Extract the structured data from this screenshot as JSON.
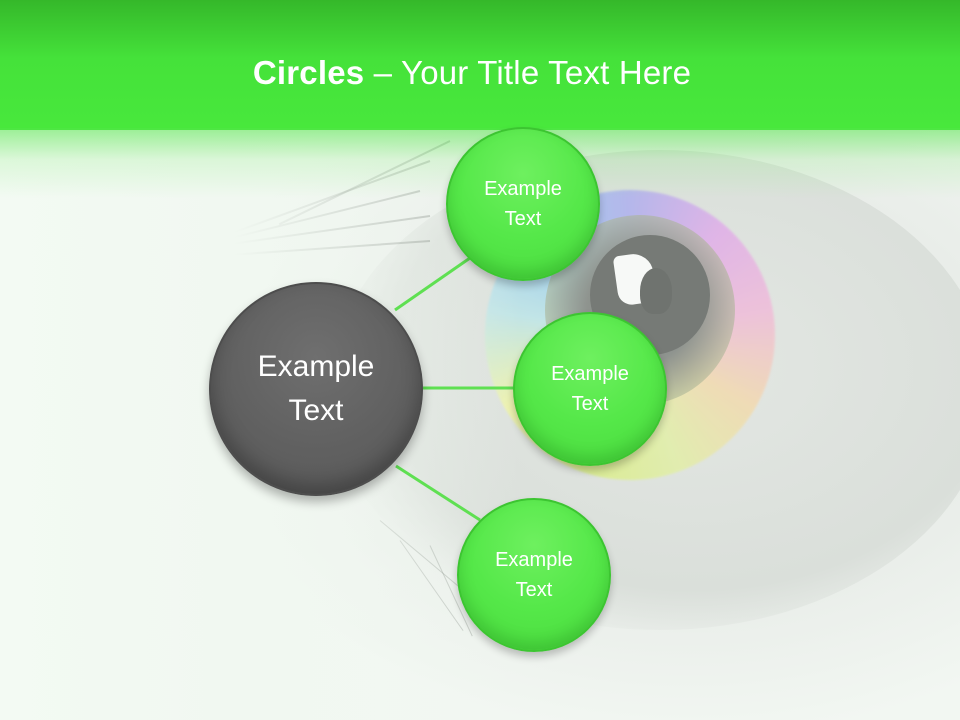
{
  "slide": {
    "title_bold": "Circles",
    "title_rest": " – Your Title Text Here"
  },
  "diagram": {
    "center": {
      "line1": "Example",
      "line2": "Text"
    },
    "nodes": [
      {
        "line1": "Example",
        "line2": "Text"
      },
      {
        "line1": "Example",
        "line2": "Text"
      },
      {
        "line1": "Example",
        "line2": "Text"
      }
    ]
  },
  "colors": {
    "header_green": "#45e23a",
    "node_green": "#55e849",
    "center_gray": "#606060",
    "connector_green": "#5fe052"
  },
  "background": {
    "image": "close-up eye photo"
  }
}
